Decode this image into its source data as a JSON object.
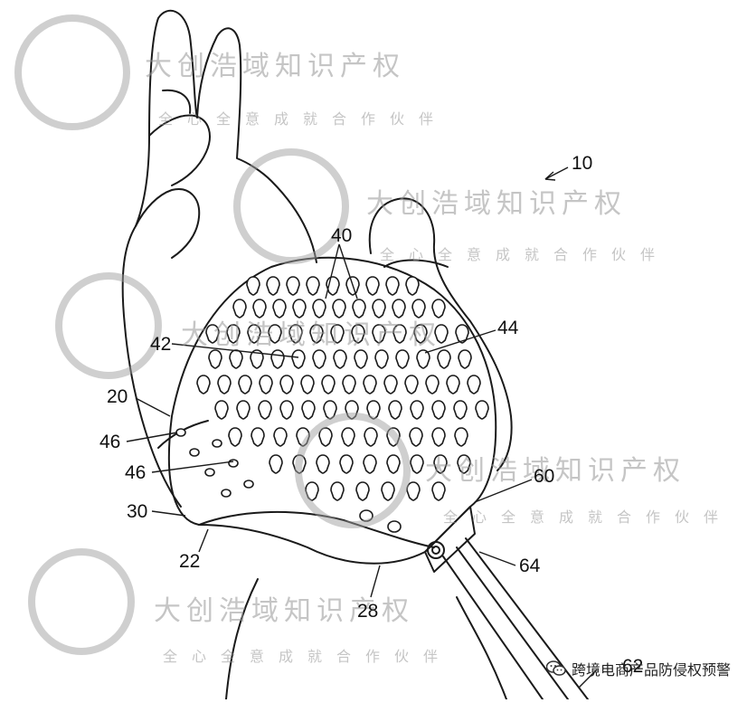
{
  "reference_numerals": {
    "device": "10",
    "bristles": "40",
    "bristle_row": "42",
    "outlet": "44",
    "body": "20",
    "hole_upper": "46",
    "hole_lower": "46",
    "back": "30",
    "edge": "22",
    "handle_side": "28",
    "connector": "64",
    "side_port": "60",
    "hose": "62"
  },
  "watermark": {
    "title": "大创浩域知识产权",
    "subtitle": "全心全意成就合作伙伴"
  },
  "source_badge": {
    "text": "跨境电商产品防侵权预警"
  },
  "colors": {
    "line": "#1a1a1a",
    "watermark": "#9a9a9a"
  }
}
